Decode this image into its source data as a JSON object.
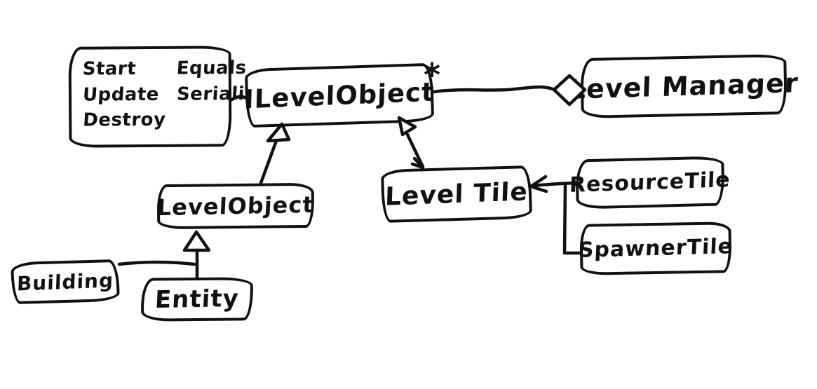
{
  "diagram": {
    "kind": "hand-drawn uml class diagram",
    "background": "#ffffff",
    "ink": "#111111",
    "nodes": {
      "methods_note": {
        "column1": [
          "Start",
          "Update",
          "Destroy"
        ],
        "column2": [
          "Equals",
          "Serialize"
        ]
      },
      "ilevelobject": {
        "label": "ILevelObject"
      },
      "levelmanager": {
        "label": "Level Manager"
      },
      "levelobject": {
        "label": "LevelObject"
      },
      "leveltile": {
        "label": "Level Tile"
      },
      "resourcetile": {
        "label": "ResourceTile"
      },
      "spawnertile": {
        "label": "SpawnerTile"
      },
      "building": {
        "label": "Building"
      },
      "entity": {
        "label": "Entity"
      }
    },
    "annotations": {
      "multiplicity": "*"
    },
    "relationships": [
      {
        "from": "ILevelObject",
        "to": "Level Manager",
        "type": "aggregation",
        "multiplicity": "*"
      },
      {
        "from": "LevelObject",
        "to": "ILevelObject",
        "type": "realization"
      },
      {
        "from": "Level Tile",
        "to": "ILevelObject",
        "type": "realization"
      },
      {
        "from": "ResourceTile",
        "to": "Level Tile",
        "type": "inheritance"
      },
      {
        "from": "SpawnerTile",
        "to": "Level Tile",
        "type": "inheritance"
      },
      {
        "from": "Building",
        "to": "LevelObject",
        "type": "inheritance"
      },
      {
        "from": "Entity",
        "to": "LevelObject",
        "type": "inheritance"
      },
      {
        "from": "methods note",
        "to": "ILevelObject",
        "type": "annotation-link"
      }
    ]
  }
}
